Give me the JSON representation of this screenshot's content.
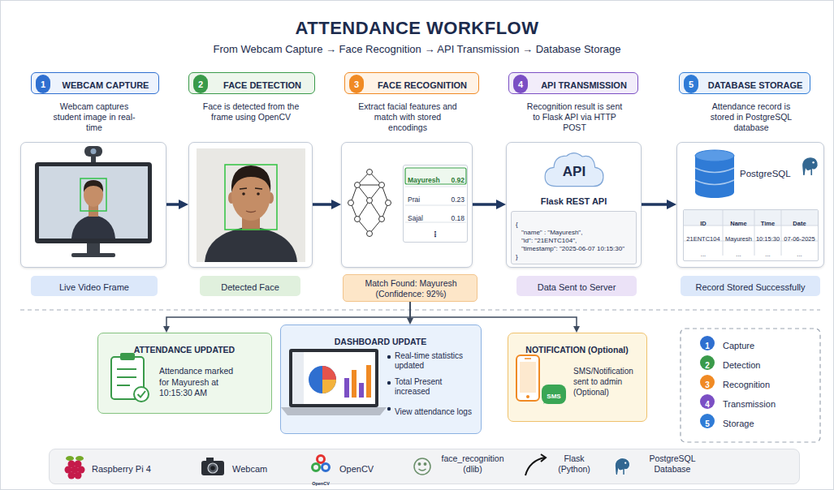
{
  "diagram": {
    "title": "ATTENDANCE WORKFLOW",
    "nodes": [
      {
        "text": [
          "WEBCAM CAPTURE"
        ]
      },
      {
        "text": [
          "1"
        ],
        "in": 0
      },
      {
        "text": [
          "Webcam captures student image in real-time"
        ]
      },
      {
        "text": [
          "Live Video Frame"
        ]
      },
      {
        "text": [
          "FACE DETECTION"
        ]
      },
      {
        "text": [
          "2"
        ],
        "in": 4
      },
      {
        "text": [
          "Face is detected from the frame using OpenCV"
        ]
      },
      {
        "text": [
          "Detected Face"
        ]
      },
      {
        "text": [
          "FACE RECOGNITION"
        ]
      },
      {
        "text": [
          "3"
        ],
        "in": 8
      },
      {
        "text": [
          "Extract facial features and match with stored encodings"
        ]
      },
      {
        "text": [
          "Mayuresh",
          "0.92",
          "Prai",
          "0.23",
          "Sajal",
          "0.18",
          "⋮"
        ],
        "in": 10
      },
      {
        "text": [
          "Match Found: Mayuresh (Confidence: 92%)"
        ]
      },
      {
        "text": [
          "API TRANSMISSION"
        ]
      },
      {
        "text": [
          "4"
        ],
        "in": 13
      },
      {
        "text": [
          "Recognition result is sent to Flask API via HTTP POST",
          "Flask REST API"
        ]
      },
      {
        "text": [
          "API"
        ],
        "in": 15
      },
      {
        "text": [
          "{",
          "\"name\" : \"Mayuresh\",",
          "\"id\": \"21ENTC104\",",
          "\"timestamp\": \"2025-06-07 10:15:30\"",
          "}"
        ],
        "in": 15
      },
      {
        "text": [
          "Data Sent to Server"
        ]
      },
      {
        "text": [
          "DATABASE STORAGE"
        ]
      },
      {
        "text": [
          "5"
        ],
        "in": 19
      },
      {
        "text": [
          "Attendance record is stored in PostgreSQL database",
          "PostgreSQL"
        ]
      },
      {
        "text": [
          "ID",
          "Name",
          "Time",
          "Date",
          "21ENTC104",
          "Mayuresh",
          "10:15:30",
          "07-06-2025",
          "...",
          "...",
          "...",
          "..."
        ],
        "in": 21
      },
      {
        "text": [
          "Record Stored Successfully"
        ]
      },
      {
        "text": [
          "ATTENDANCE UPDATED",
          "Attendance marked for Mayuresh at 10:15:30 AM"
        ]
      },
      {
        "text": [
          "DASHBOARD UPDATE",
          "Real-time statistics updated",
          "Total Present increased",
          "View attendance logs"
        ]
      },
      {
        "text": [
          "NOTIFICATION (Optional)",
          "SMS/Notification sent to admin (Optional)"
        ]
      },
      {
        "text": [
          "SMS"
        ],
        "in": 26
      },
      {
        "text": [
          "Raspberry Pi 4",
          "Webcam",
          "OpenCV",
          "face_recognition (dlib)",
          "Flask (Python)",
          "PostgreSQL Database"
        ]
      }
    ],
    "edges": [
      {
        "from": 2,
        "to": 6,
        "arrow": "to"
      },
      {
        "from": 6,
        "to": 10,
        "arrow": "to"
      },
      {
        "from": 10,
        "to": 15,
        "arrow": "to"
      },
      {
        "from": 15,
        "to": 21,
        "arrow": "to"
      },
      {
        "from": 12,
        "to": 24,
        "arrow": "to"
      },
      {
        "from": 12,
        "to": 25,
        "arrow": "to"
      },
      {
        "from": 12,
        "to": 26,
        "arrow": "to"
      }
    ],
    "labels": [
      "From Webcam Capture → Face Recognition → API Transmission → Database Storage",
      "1",
      "2",
      "3",
      "4",
      "5",
      "OpenCV"
    ],
    "legend": [
      {
        "text": "Capture",
        "color": "#2f6fd0"
      },
      {
        "text": "Detection",
        "color": "#3a9a4a"
      },
      {
        "text": "Recognition",
        "color": "#f08a24"
      },
      {
        "text": "Transmission",
        "color": "#7b4fc4"
      },
      {
        "text": "Storage",
        "color": "#2f7bd6"
      }
    ]
  }
}
